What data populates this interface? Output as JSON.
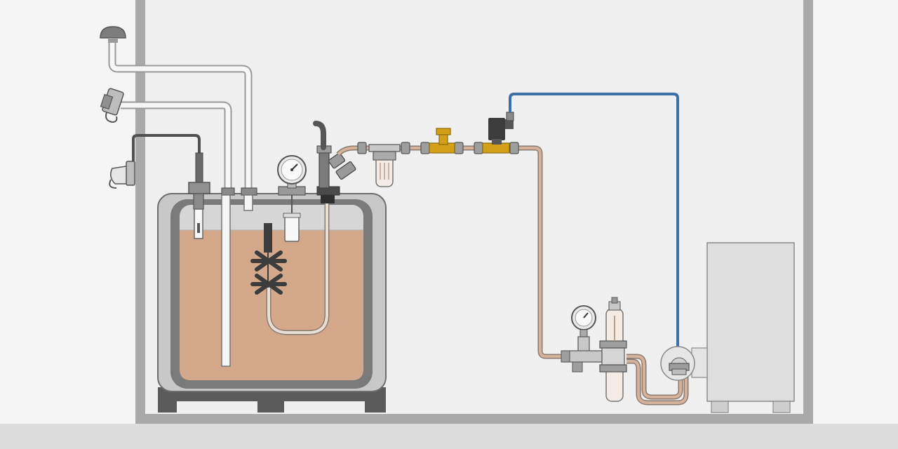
{
  "diagram": {
    "type": "oil-tank-supply-schematic",
    "labels": [],
    "colors": {
      "background": "#f5f5f5",
      "room_wall": "#a9a9a9",
      "room_interior": "#f0f0f0",
      "floor": "#dcdcdc",
      "fuel_oil": "#d4a88a",
      "copper_pipe": "#c99c84",
      "blue_line": "#3e6fa6",
      "brass_fittings": "#d4a017",
      "tank_shell": "#bdbdbd",
      "tank_inner_frame": "#7a7a7a",
      "dark_parts": "#3c3c3c",
      "boiler": "#dedede"
    },
    "components": [
      "vent-cap",
      "fill-coupling",
      "sensor-coupling",
      "fill-pipe",
      "vent-pipe",
      "oil-tank",
      "level-probe",
      "pressure-gauge",
      "sensor",
      "mixer-rotor",
      "suction-line",
      "extraction-valve",
      "oil-filter",
      "brass-tee-fitting",
      "solenoid-valve",
      "supply-line",
      "control-line",
      "deaerator",
      "burner-pump",
      "boiler"
    ]
  }
}
